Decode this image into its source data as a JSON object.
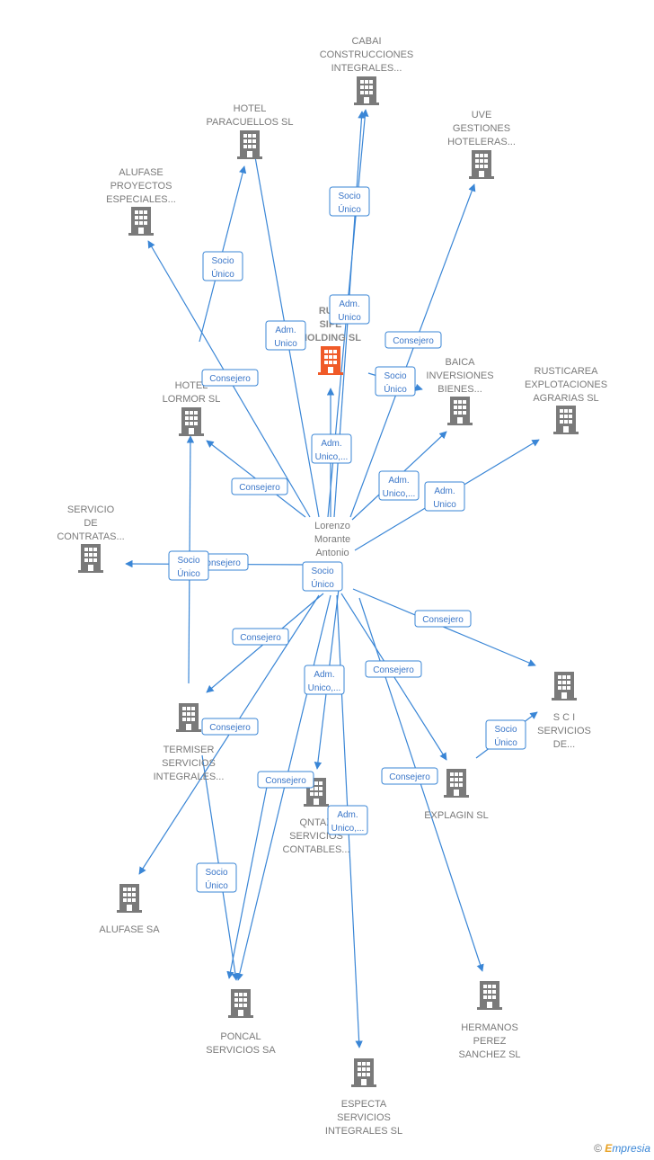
{
  "colors": {
    "edge": "#3a86d6",
    "building": "#7a7a7a",
    "focus_building": "#f05a28",
    "label_text": "#3a76c8"
  },
  "nodes": [
    {
      "id": "cabai",
      "lines": [
        "CABAI",
        "CONSTRUCCIONES",
        "INTEGRALES..."
      ],
      "icon": "building-icon"
    },
    {
      "id": "hotel_paracuellos",
      "lines": [
        "HOTEL",
        "PARACUELLOS SL"
      ],
      "icon": "building-icon"
    },
    {
      "id": "uve",
      "lines": [
        "UVE",
        "GESTIONES",
        "HOTELERAS..."
      ],
      "icon": "building-icon"
    },
    {
      "id": "alufase_proyectos",
      "lines": [
        "ALUFASE",
        "PROYECTOS",
        "ESPECIALES..."
      ],
      "icon": "building-icon"
    },
    {
      "id": "rusi",
      "lines": [
        "RUSI",
        "SIPE",
        "HOLDING SL"
      ],
      "icon": "building-icon",
      "focus": true
    },
    {
      "id": "hotel_lormor",
      "lines": [
        "HOTEL",
        "LORMOR SL"
      ],
      "icon": "building-icon"
    },
    {
      "id": "baica",
      "lines": [
        "BAICA",
        "INVERSIONES",
        "BIENES..."
      ],
      "icon": "building-icon"
    },
    {
      "id": "rusticarea",
      "lines": [
        "RUSTICAREA",
        "EXPLOTACIONES",
        "AGRARIAS SL"
      ],
      "icon": "building-icon"
    },
    {
      "id": "servicio_contratas",
      "lines": [
        "SERVICIO",
        "DE",
        "CONTRATAS..."
      ],
      "icon": "building-icon"
    },
    {
      "id": "lorenzo",
      "lines": [
        "Lorenzo",
        "Morante",
        "Antonio"
      ],
      "icon": "person-icon"
    },
    {
      "id": "sci",
      "lines": [
        "S C I",
        "SERVICIOS",
        "DE..."
      ],
      "icon": "building-icon"
    },
    {
      "id": "termiser",
      "lines": [
        "TERMISER",
        "SERVICIOS",
        "INTEGRALES..."
      ],
      "icon": "building-icon"
    },
    {
      "id": "qntax",
      "lines": [
        "QNTAX",
        "SERVICIOS",
        "CONTABLES..."
      ],
      "icon": "building-icon"
    },
    {
      "id": "explagin",
      "lines": [
        "EXPLAGIN SL"
      ],
      "icon": "building-icon"
    },
    {
      "id": "alufase_sa",
      "lines": [
        "ALUFASE SA"
      ],
      "icon": "building-icon"
    },
    {
      "id": "poncal",
      "lines": [
        "PONCAL",
        "SERVICIOS SA"
      ],
      "icon": "building-icon"
    },
    {
      "id": "hermanos",
      "lines": [
        "HERMANOS",
        "PEREZ",
        "SANCHEZ SL"
      ],
      "icon": "building-icon"
    },
    {
      "id": "especta",
      "lines": [
        "ESPECTA",
        "SERVICIOS",
        "INTEGRALES SL"
      ],
      "icon": "building-icon"
    }
  ],
  "edge_labels": [
    [
      "Socio",
      "Único"
    ],
    [
      "Adm.",
      "Unico"
    ],
    [
      "Socio",
      "Único"
    ],
    [
      "Adm.",
      "Unico"
    ],
    [
      "Consejero"
    ],
    [
      "Socio",
      "Único"
    ],
    [
      "Consejero"
    ],
    [
      "Adm.",
      "Unico,..."
    ],
    [
      "Consejero"
    ],
    [
      "Adm.",
      "Unico,..."
    ],
    [
      "Adm.",
      "Unico"
    ],
    [
      "Consejero"
    ],
    [
      "Socio",
      "Único"
    ],
    [
      "Socio",
      "Único"
    ],
    [
      "Consejero"
    ],
    [
      "Consejero"
    ],
    [
      "Adm.",
      "Unico,..."
    ],
    [
      "Consejero"
    ],
    [
      "Socio",
      "Único"
    ],
    [
      "Consejero"
    ],
    [
      "Consejero"
    ],
    [
      "Adm.",
      "Unico,..."
    ],
    [
      "Consejero"
    ],
    [
      "Socio",
      "Único"
    ]
  ],
  "footer": {
    "copyright": "©",
    "brand_first": "E",
    "brand_rest": "mpresia"
  }
}
